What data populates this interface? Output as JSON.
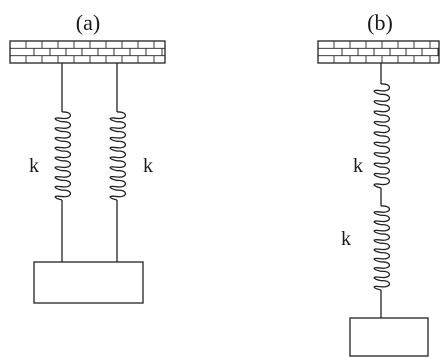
{
  "diagram": {
    "panel_a": {
      "label": "(a)",
      "spring_left_label": "k",
      "spring_right_label": "k"
    },
    "panel_b": {
      "label": "(b)",
      "spring_top_label": "k",
      "spring_bottom_label": "k"
    }
  }
}
